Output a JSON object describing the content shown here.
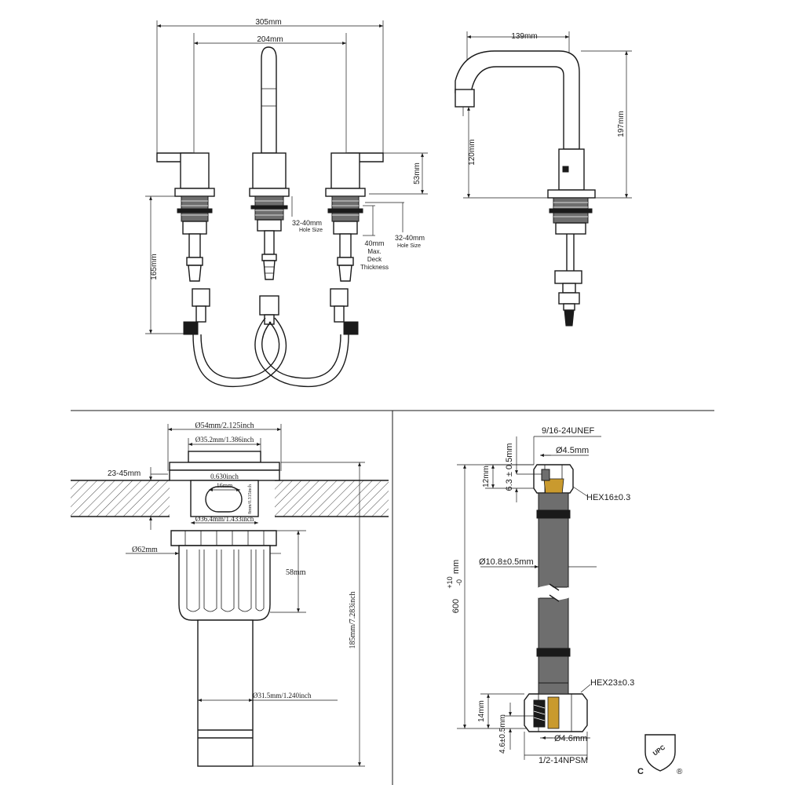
{
  "faucet": {
    "width_overall": "305mm",
    "handle_spacing": "204mm",
    "handle_height": "53mm",
    "total_height": "165mm",
    "hole_size_1_value": "32-40mm",
    "hole_size_1_label": "Hole Size",
    "deck_value": "40mm",
    "deck_line1": "Max.",
    "deck_line2": "Deck",
    "deck_line3": "Thickness",
    "hole_size_2_value": "32-40mm",
    "hole_size_2_label": "Hole Size"
  },
  "side_view": {
    "reach": "139mm",
    "spout_height": "120mm",
    "total_height": "197mm"
  },
  "drain": {
    "top_dia": "Ø54mm/2.125inch",
    "cap_dia": "Ø35.2mm/1.386inch",
    "deck_range": "23-45mm",
    "slot_inch": "0.630inch",
    "slot_mm": "16mm",
    "slot_h": "8mm/0.315inch",
    "thread_dia": "Ø36.4mm/1.433inch",
    "nut_dia": "Ø62mm",
    "nut_height": "58mm",
    "total_length": "185mm/7.283inch",
    "tail_dia": "Ø31.5mm/1.240inch"
  },
  "hose": {
    "top_thread": "9/16-24UNEF",
    "top_bore": "Ø4.5mm",
    "top_depth": "6.3 ± 0.5mm",
    "top_len": "12mm",
    "hex_top": "HEX16±0.3",
    "outer_dia": "Ø10.8±0.5mm",
    "length_base": "600",
    "length_tol_up": "+10",
    "length_tol_down": "-0",
    "length_unit": "mm",
    "hex_bottom": "HEX23±0.3",
    "bottom_len": "14mm",
    "bottom_depth": "4.6±0.5mm",
    "bottom_bore": "Ø4.6mm",
    "bottom_thread": "1/2-14NPSM"
  },
  "mark": {
    "upc": "UPC",
    "c_letter": "C",
    "reg": "®"
  }
}
